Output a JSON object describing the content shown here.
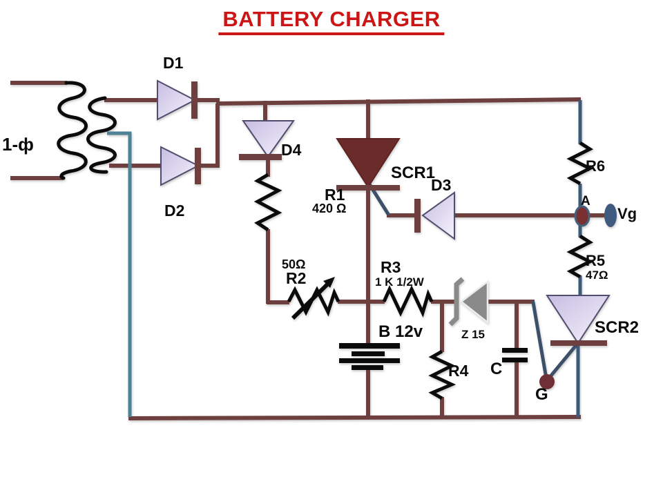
{
  "title": "BATTERY CHARGER",
  "input": {
    "phase_label": "1-ф"
  },
  "components": {
    "d1": {
      "label": "D1"
    },
    "d2": {
      "label": "D2"
    },
    "d3": {
      "label": "D3"
    },
    "d4": {
      "label": "D4"
    },
    "r1": {
      "label": "R1",
      "value": "420 Ω"
    },
    "r2": {
      "label": "R2",
      "value": "50Ω"
    },
    "r3": {
      "label": "R3",
      "value": "1 K 1/2W"
    },
    "r4": {
      "label": "R4"
    },
    "r5": {
      "label": "R5",
      "value": "47Ω"
    },
    "r6": {
      "label": "R6"
    },
    "battery": {
      "label": "B 12v"
    },
    "zener": {
      "label": "Z 15"
    },
    "capacitor": {
      "label": "C"
    },
    "scr1": {
      "label": "SCR1"
    },
    "scr2": {
      "label": "SCR2"
    }
  },
  "nodes": {
    "a": {
      "label": "A"
    },
    "g": {
      "label": "G"
    },
    "vg": {
      "label": "Vg"
    }
  },
  "colors": {
    "title_red": "#cc1616",
    "wire_brown": "#6e3f3f",
    "wire_blue": "#3d5a78",
    "wire_teal": "#4e8294",
    "component_black": "#0b0b0b",
    "diode_fill": "#d6cfeb",
    "scr1_fill": "#6b2b2b",
    "zener_fill": "#8a8a8a",
    "node_a_fill": "#7a3030",
    "vg_terminal_fill": "#3f5c80",
    "g_node_fill": "#6e2f35"
  }
}
